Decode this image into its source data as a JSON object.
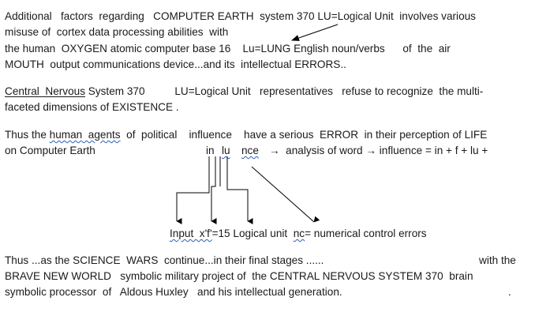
{
  "paragraph1": {
    "line1": "Additional   factors  regarding   COMPUTER EARTH  system 370 LU=Logical Unit  involves various",
    "line2": "misuse of  cortex data processing abilities  with",
    "line3": "the human  OXYGEN atomic computer base 16    Lu=LUNG English noun/verbs      of  the  air",
    "line4": "MOUTH  output communications device...and its  intellectual ERRORS.."
  },
  "paragraph2": {
    "line1_pre": "",
    "line1_ul": "Central  Nervous",
    "line1_post": " System 370          LU=Logical Unit   representatives   refuse to recognize  the multi-",
    "line2": "faceted dimensions of EXISTENCE ."
  },
  "paragraph3": {
    "line1_pre": "Thus the ",
    "line1_ul": "human  agents",
    "line1_post": "  of  political    influence    have a serious  ERROR  in their perception of LIFE",
    "line2": "on Computer Earth",
    "breakdown_in": "in",
    "breakdown_lu": "lu",
    "breakdown_nce": "nce",
    "analysis_text": "→  analysis of word → influence = in + f + lu +"
  },
  "labels": {
    "input_pre": "",
    "input_ul": "Input  x'f'",
    "input_mid": "=15 Logical unit  ",
    "nc_ul": "nc",
    "nc_post": "= numerical control errors"
  },
  "paragraph4": {
    "line1": "Thus ...as the SCIENCE  WARS  continue...in their final stages ......",
    "line1_right": "with the",
    "line2": "BRAVE NEW WORLD   symbolic military project of  the CENTRAL NERVOUS SYSTEM 370  brain",
    "line3": "symbolic processor  of   Aldous Huxley   and his intellectual generation.",
    "line3_right": "."
  }
}
